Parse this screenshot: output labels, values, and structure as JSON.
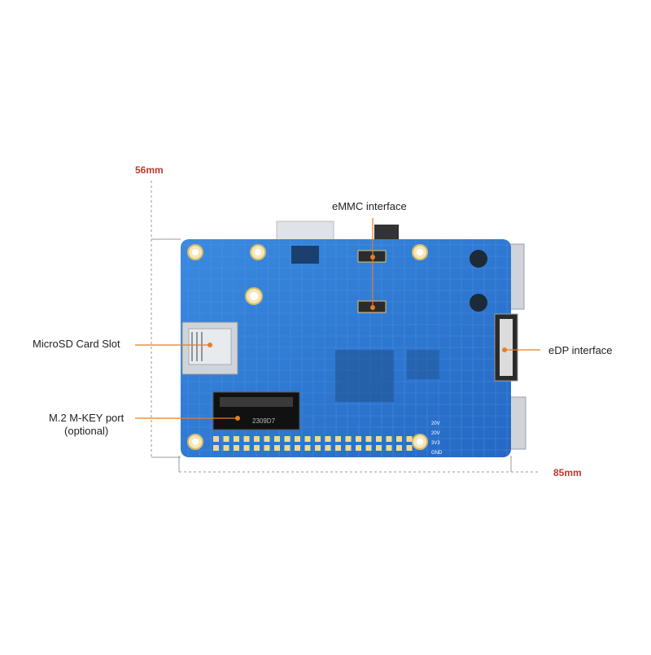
{
  "dimensions": {
    "height": "56mm",
    "width": "85mm"
  },
  "callouts": {
    "emmc": "eMMC interface",
    "microsd": "MicroSD Card Slot",
    "edp": "eDP interface",
    "m2_line1": "M.2 M-KEY port",
    "m2_line2": "(optional)"
  },
  "board_marks": {
    "ssd_code": "2309D7",
    "pin_labels": [
      "GND",
      "3V3",
      "20V",
      "20V"
    ]
  },
  "colors": {
    "board": "#2f7ed8",
    "accent_leader": "#e67e22",
    "dimension": "#c0392b"
  }
}
